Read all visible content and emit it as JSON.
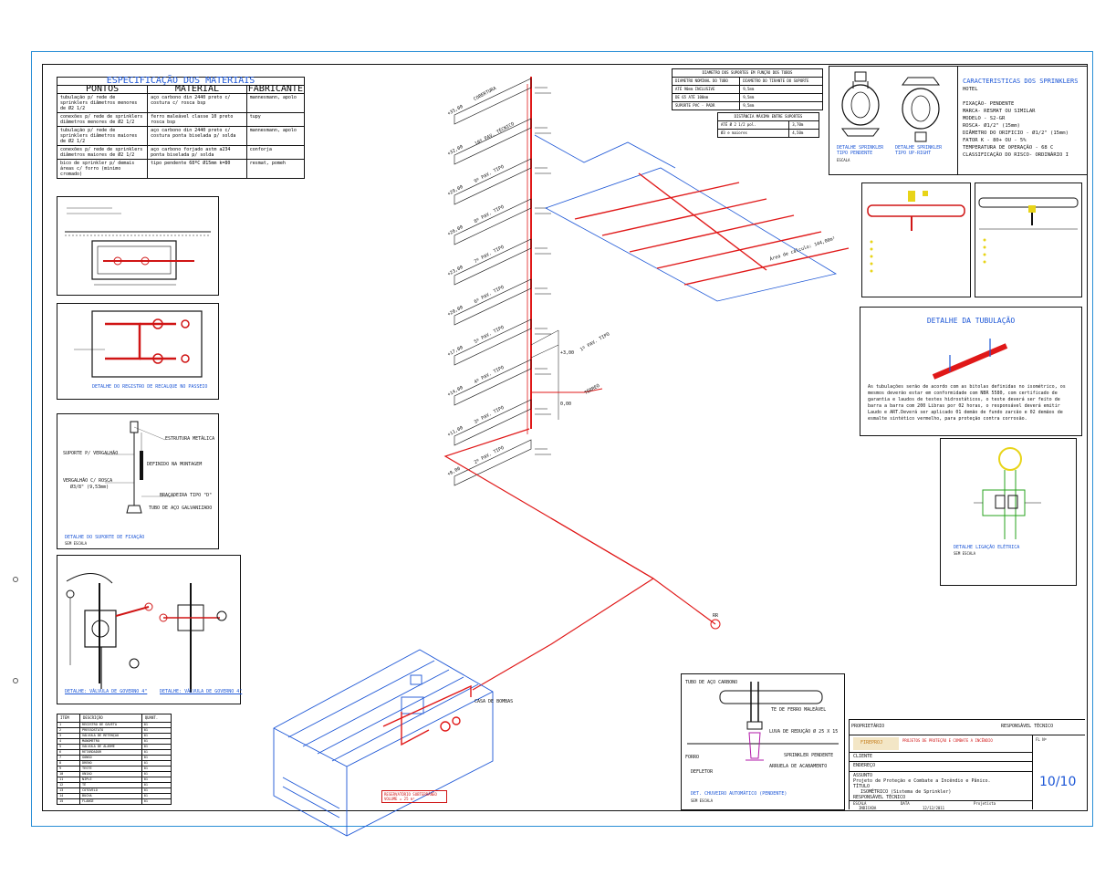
{
  "spec": {
    "title": "ESPECIFICAÇÃO DOS MATERIAIS",
    "headers": [
      "PONTOS",
      "MATERIAL",
      "FABRICANTE"
    ],
    "rows": [
      [
        "tubulação p/ rede de sprinklers diâmetros menores de Ø2 1/2",
        "aço carbono din 2440 preto c/ costura c/ rosca bsp",
        "mannesmann, apolo"
      ],
      [
        "conexões p/ rede de sprinklers diâmetros menores de Ø2 1/2",
        "ferro maleável classe 10 preto rosca bsp",
        "tupy"
      ],
      [
        "tubulação p/ rede de sprinklers diâmetros maiores de Ø2 1/2",
        "aço carbono din 2440 preto c/ costura ponta biselada p/ solda",
        "mannesmann, apolo"
      ],
      [
        "conexões p/ rede de sprinklers diâmetros maiores de Ø2 1/2",
        "aço carbono forjado astm a234 ponta biselada p/ solda",
        "conforja"
      ],
      [
        "bico de sprinkler p/ demais áreas c/ forro (minimo cromado)",
        "tipo pendente 68ºC Ø15mm k=80",
        "resmat, pomeh"
      ]
    ]
  },
  "supports_table": {
    "title": "DIAMETRO DOS SUPORTES EM FUNÇÃO DOS TUBOS",
    "headers": [
      "DIAMETRO NOMINAL DO TUBO",
      "DIAMETRO DO TIRANTE DO SUPORTE"
    ],
    "rows": [
      [
        "ATÉ 90mm INCLUSIVE",
        "9,5mm"
      ],
      [
        "DE 65 ATÉ 100mm",
        "9,5mm"
      ],
      [
        "SUPORTE PVC - PADR",
        "9,5mm"
      ]
    ],
    "dist_title": "DISTÂNCIA MÁXIMA ENTRE SUPORTES",
    "dist_rows": [
      [
        "ATÉ Ø 2 1/2 pol.",
        "3,70m"
      ],
      [
        "Ø3 e maiores",
        "4,50m"
      ]
    ]
  },
  "sprinkler_details": {
    "pendent_label": "DETALHE SPRINKLER TIPO PENDENTE",
    "upright_label": "DETALHE SPRINKLER TIPO UP-RIGHT",
    "scale": "ESCALA"
  },
  "characteristics": {
    "title": "CARACTERISTICAS DOS SPRINKLERS",
    "subtitle": "HOTEL",
    "lines": [
      "FIXAÇÃO- PENDENTE",
      "MARCA- RESMAT OU SIMILAR",
      "MODELO - S2-GR",
      "ROSCA- Ø1/2\" (15mm)",
      "DIÂMETRO DO ORIFICIO - Ø1/2\" (15mm)",
      "FATOR K - 80+ OU - 5%",
      "TEMPERATURA DE OPERAÇÃO - 68 C",
      "CLASSIFICAÇÃO DO RISCO- ORDINÁRIO I"
    ]
  },
  "detalhe_tubulacao": {
    "title": "DETALHE DA TUBULAÇÃO",
    "text": "As tubulações serão de acordo com as bitolas definidas no isométrico, os mesmos deverão estar em conformidade com NBR 5580, com certificado de garantia e laudos de testes hidrostáticos, o teste deverá ser feito de barra a barra com 200 Libras por 02 horas, o responsável deverá emitir Laudo e ART.Deverá ser aplicado 01 demão de fundo zarcão e 02 demãos de esmalte sintético vermelho, para proteção contra corrosão."
  },
  "details": {
    "box1_title": "DETALHE DO REGISTRO DE RECALQUE NO PASSEIO",
    "box2_title": "DETALHE DO REGISTRO DE RECALQUE NO PASSEIO",
    "support": {
      "l1": "ESTRUTURA METÁLICA",
      "l2": "SUPORTE P/ VERGALHÃO",
      "l3": "DEFINIDO NA MONTAGEM",
      "l4": "VERGALHÃO C/ ROSCA",
      "l5": "Ø3/8\" (9,53mm)",
      "l6": "BRAÇADEIRA TIPO \"D\"",
      "l7": "TUBO DE AÇO GALVANIZADO",
      "title": "DETALHE DO SUPORTE DE FIXAÇÃO",
      "scale": "SEM ESCALA"
    },
    "valve_left": "DETALHE: VÁLVULA DE GOVERNO 4\"",
    "valve_right": "DETALHE: VÁLVULA DE GOVERNO 4\"",
    "elec_title": "DETALHE LIGAÇÃO ELÉTRICA",
    "elec_scale": "SEM ESCALA",
    "sprinkler_bottom_title": "DET. CHUVEIRO AUTOMÁTICO (PENDENTE)",
    "sprinkler_bottom_scale": "SEM ESCALA",
    "sprinkler_bottom_labels": [
      "TUBO DE AÇO CARBONO",
      "TE DE FERRO MALEÁVEL",
      "LUVA DE REDUÇÃO Ø 25 X 15",
      "SPRINKLER PENDENTE",
      "ARRUELA DE ACABAMENTO",
      "FORRO",
      "DEFLETOR"
    ],
    "reservoir_note": "RESERVATÓRIO SUBTERRÂNEO VOLUME = 25 m³",
    "pump_tag": "CASA DE BOMBAS"
  },
  "isometric": {
    "floors": [
      "COBERTURA",
      "10º PAV. TÉCNICO",
      "9º PAV. TIPO",
      "8º PAV. TIPO",
      "7º PAV. TIPO",
      "6º PAV. TIPO",
      "5º PAV. TIPO",
      "4º PAV. TIPO",
      "3º PAV. TIPO",
      "2º PAV. TIPO"
    ],
    "levels": [
      "+35,00",
      "+32,00",
      "+29,00",
      "+26,00",
      "+23,00",
      "+20,00",
      "+17,00",
      "+14,00",
      "+11,00",
      "+8,00"
    ],
    "lower_floors": [
      "1º PAV. TIPO",
      "TÉRREO"
    ],
    "lower_levels": [
      "+3,00",
      "0,00"
    ],
    "area_note": "Área de cálculo: 144,00m²",
    "recalque": "RR"
  },
  "bom": {
    "headers": [
      "ITEM",
      "DESCRIÇÃO",
      "QUANT."
    ],
    "rows": [
      [
        "1",
        "REGISTRO DE GAVETA",
        "01"
      ],
      [
        "2",
        "PRESSOSTATO",
        "01"
      ],
      [
        "3",
        "VÁLVULA DE RETENÇÃO",
        "01"
      ],
      [
        "4",
        "MANÔMETRO",
        "01"
      ],
      [
        "5",
        "VÁLVULA DE ALARME",
        "01"
      ],
      [
        "6",
        "RETARDADOR",
        "01"
      ],
      [
        "7",
        "GONGO",
        "01"
      ],
      [
        "8",
        "DRENO",
        "01"
      ],
      [
        "9",
        "TESTE",
        "01"
      ],
      [
        "10",
        "UNIÃO",
        "01"
      ],
      [
        "11",
        "NIPLE",
        "01"
      ],
      [
        "12",
        "TÊ",
        "01"
      ],
      [
        "13",
        "COTOVELO",
        "01"
      ],
      [
        "14",
        "BUCHA",
        "01"
      ],
      [
        "15",
        "FLANGE",
        "01"
      ]
    ]
  },
  "title_block": {
    "proprietario": "PROPRIETÁRIO",
    "responsavel": "RESPONSÁVEL TÉCNICO",
    "company": "FIREPROJ",
    "company_sub": "PROJETOS DE PROTEÇÃO E COMBATE A INCÊNDIO",
    "cliente": "CLIENTE",
    "endereco": "ENDEREÇO",
    "assunto": "ASSUNTO",
    "assunto_val": "Projeto de Proteção e Combate a Incêndio e Pânico.",
    "titulo": "TÍTULO",
    "titulo_val": "ISOMÉTRICO (Sistema de Sprinkler)",
    "resp_tec": "RESPONSÁVEL TÉCNICO",
    "escala": "ESCALA",
    "escala_val": "INDICADA",
    "data": "DATA",
    "data_val": "12/12/2011",
    "projetista": "Projetista",
    "sheet": "10/10",
    "folha": "FL Nº"
  },
  "colors": {
    "pipe": "#e01818",
    "blue": "#1c56d6",
    "green": "#27a31c",
    "frame": "#111111"
  }
}
